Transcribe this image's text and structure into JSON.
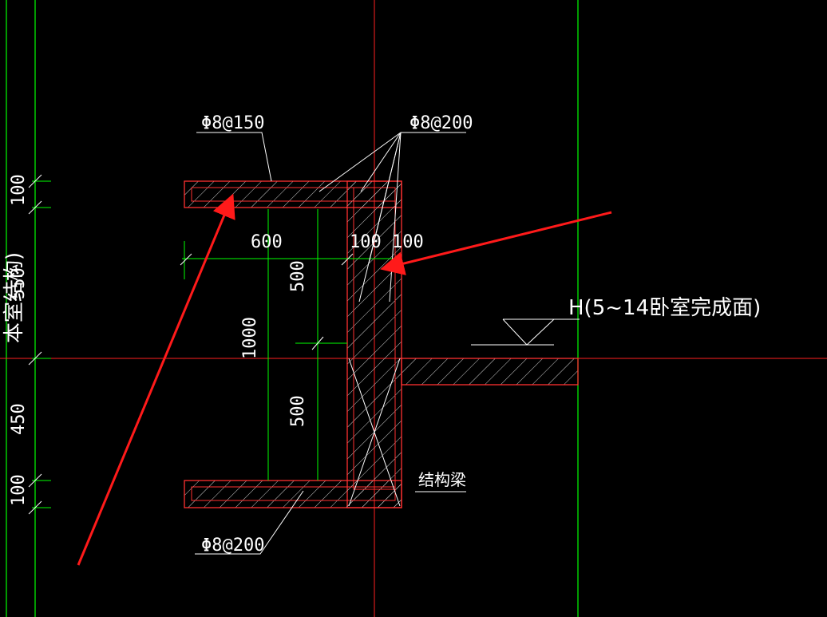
{
  "drawing": {
    "background": "#000000",
    "colors": {
      "grid": "#00ff00",
      "axis": "#ff2020",
      "outline": "#ff3030",
      "hatch": "#ffffff",
      "text": "#ffffff",
      "annotation_arrow": "#ff1a1a"
    },
    "rebar_labels": {
      "top_slab": "Φ8@150",
      "wall": "Φ8@200",
      "bottom_slab": "Φ8@200"
    },
    "dimensions": {
      "width_600": "600",
      "wall_100_100": "100 100",
      "upper_500": "500",
      "lower_500": "500",
      "total_1000": "1000",
      "left_100_top": "100",
      "left_550": "550",
      "left_450": "450",
      "left_100_bottom": "100"
    },
    "notes": {
      "level": "H(5~14卧室完成面)",
      "left_cut": "本室结构)",
      "beam": "结构梁"
    }
  }
}
